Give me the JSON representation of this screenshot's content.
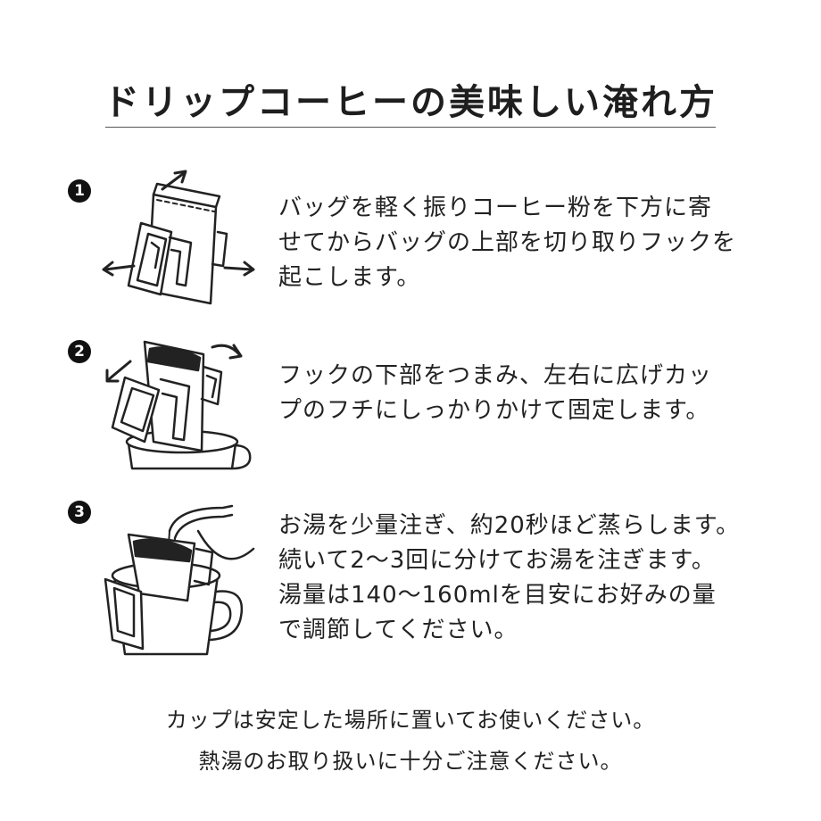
{
  "title": "ドリップコーヒーの美味しい淹れ方",
  "steps": [
    {
      "number": "1",
      "lines": [
        "バッグを軽く振りコーヒー粉を下方に寄",
        "せてからバッグの上部を切り取りフックを",
        "起こします。"
      ]
    },
    {
      "number": "2",
      "lines": [
        "フックの下部をつまみ、左右に広げカッ",
        "プのフチにしっかりかけて固定します。"
      ]
    },
    {
      "number": "3",
      "lines": [
        "お湯を少量注ぎ、約20秒ほど蒸らします。",
        "続いて2～3回に分けてお湯を注ぎます。",
        "湯量は140～160mlを目安にお好みの量",
        "で調節してください。"
      ]
    }
  ],
  "footer": [
    "カップは安定した場所に置いてお使いください。",
    "熱湯のお取り扱いに十分ご注意ください。"
  ],
  "colors": {
    "ink": "#1e1e1e",
    "background": "#ffffff"
  },
  "icons": [
    "open-drip-bag-icon",
    "hang-drip-bag-on-cup-icon",
    "pour-hot-water-icon"
  ]
}
